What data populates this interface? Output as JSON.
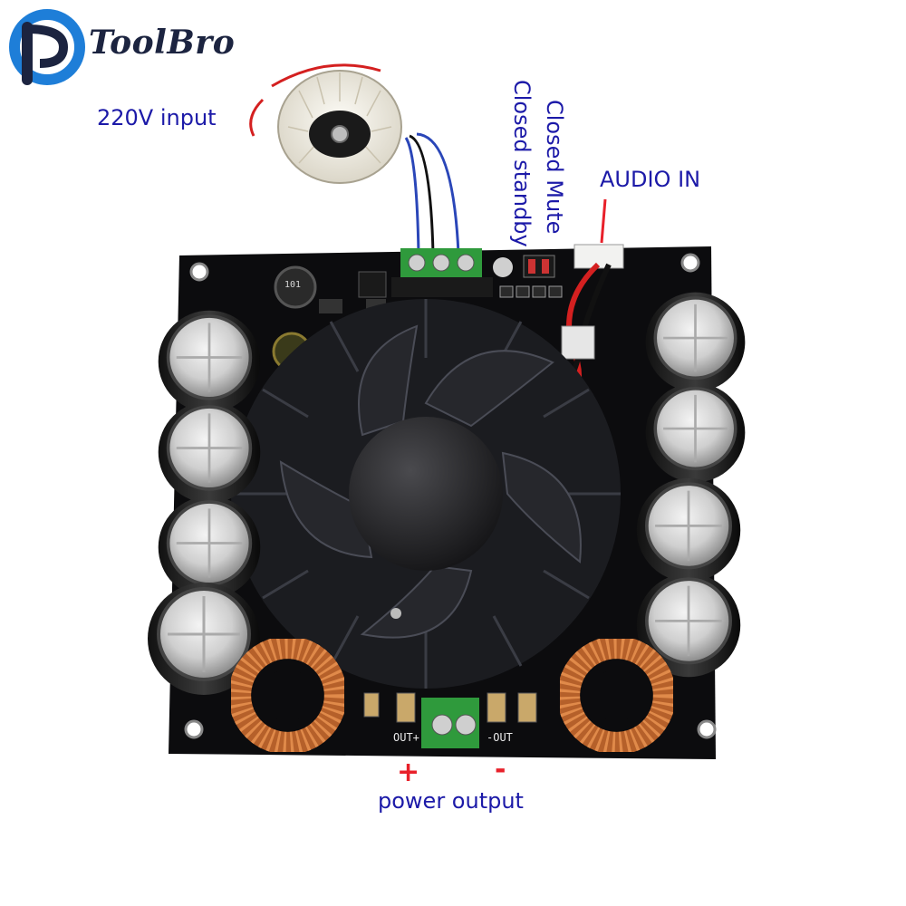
{
  "brand": {
    "name": "ToolBro"
  },
  "labels": {
    "transformer_input": "220V input",
    "standby": "Closed standby",
    "mute": "Closed Mute",
    "audio_in": "AUDIO IN",
    "plus": "+",
    "minus": "-",
    "power_output": "power output"
  },
  "silkscreen": {
    "out_plus": "OUT+",
    "out_minus": "-OUT",
    "inductor_code": "101"
  },
  "colors": {
    "label_blue": "#1c1aa8",
    "sign_red": "#e8202a",
    "brand_navy": "#1c2440",
    "pcb_black": "#0c0c0e",
    "terminal_green": "#2f9a3c",
    "copper": "#c9733a"
  }
}
